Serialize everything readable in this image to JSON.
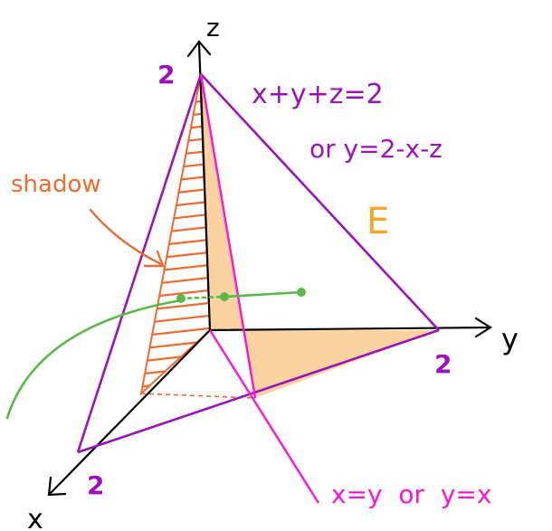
{
  "axes": {
    "x": "x",
    "y": "y",
    "z": "z"
  },
  "intercepts": {
    "x": "2",
    "y": "2",
    "z": "2"
  },
  "plane": {
    "equation": "x+y+z=2",
    "solved": "or y=2-x-z"
  },
  "region": {
    "label": "E"
  },
  "shadow": {
    "label": "shadow"
  },
  "diagonal": {
    "label": "x=y  or  y=x"
  },
  "colors": {
    "axis": "#000000",
    "purple": "#9b12b8",
    "magenta": "#ff14d2",
    "orange": "#ee6a2f",
    "fill": "#fbd3a0",
    "green": "#58b848",
    "label_E": "#f5a623"
  }
}
